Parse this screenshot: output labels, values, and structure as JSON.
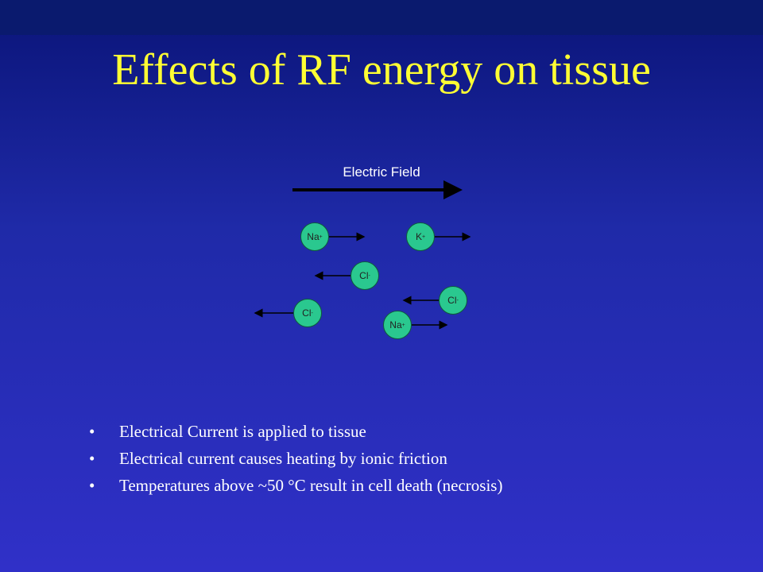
{
  "slide": {
    "title": "Effects of RF energy on tissue"
  },
  "diagram": {
    "field_label": "Electric Field",
    "ions": [
      {
        "symbol": "Na",
        "charge": "+",
        "direction": "right"
      },
      {
        "symbol": "K",
        "charge": "+",
        "direction": "right"
      },
      {
        "symbol": "Cl",
        "charge": "-",
        "direction": "left"
      },
      {
        "symbol": "Cl",
        "charge": "-",
        "direction": "left"
      },
      {
        "symbol": "Cl",
        "charge": "-",
        "direction": "left"
      },
      {
        "symbol": "Na",
        "charge": "+",
        "direction": "right"
      }
    ]
  },
  "bullets": {
    "marker": "•",
    "items": [
      "Electrical Current is applied to tissue",
      "Electrical current causes heating by ionic friction",
      "Temperatures above ~50 °C result in cell death (necrosis)"
    ]
  },
  "colors": {
    "title": "#ffff33",
    "ion_fill": "#2ac88f",
    "background_top": "#0a1478",
    "background_bottom": "#3030c8"
  }
}
